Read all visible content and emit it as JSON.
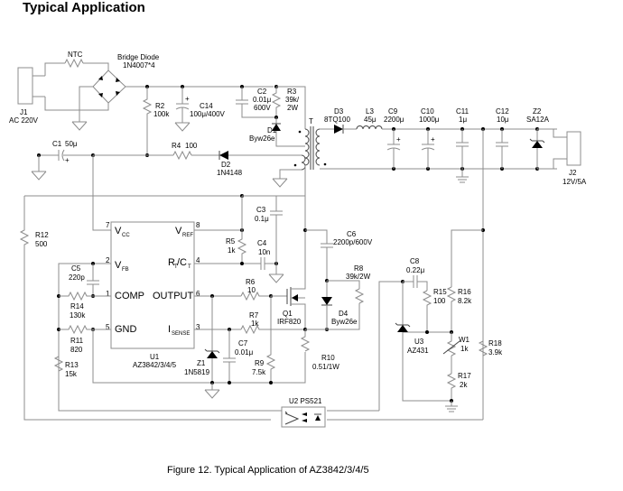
{
  "title": "Typical Application",
  "caption": "Figure 12. Typical Application of  AZ3842/3/4/5",
  "components": {
    "J1": {
      "ref": "J1",
      "value": "AC 220V"
    },
    "NTC": {
      "ref": "NTC"
    },
    "bridge": {
      "ref": "Bridge Diode",
      "value": "1N4007*4"
    },
    "R2": {
      "ref": "R2",
      "value": "100k"
    },
    "C14": {
      "ref": "C14",
      "value": "100μ/400V"
    },
    "C2": {
      "ref": "C2",
      "value1": "0.01μ",
      "value2": "600V"
    },
    "R3": {
      "ref": "R3",
      "value1": "39k/",
      "value2": "2W"
    },
    "D1": {
      "ref": "D1",
      "value": "Byw26e"
    },
    "T": {
      "ref": "T"
    },
    "D3": {
      "ref": "D3",
      "value": "8TQ100"
    },
    "L3": {
      "ref": "L3",
      "value": "45μ"
    },
    "C9": {
      "ref": "C9",
      "value": "2200μ"
    },
    "C10": {
      "ref": "C10",
      "value": "1000μ"
    },
    "C11": {
      "ref": "C11",
      "value": "1μ"
    },
    "C12": {
      "ref": "C12",
      "value": "10μ"
    },
    "Z2": {
      "ref": "Z2",
      "value": "SA12A"
    },
    "J2": {
      "ref": "J2",
      "value": "12V/5A"
    },
    "C1": {
      "ref": "C1",
      "value": "50μ"
    },
    "R4": {
      "ref": "R4",
      "value": "100"
    },
    "D2": {
      "ref": "D2",
      "value": "1N4148"
    },
    "C3": {
      "ref": "C3",
      "value": "0.1μ"
    },
    "R5": {
      "ref": "R5",
      "value": "1k"
    },
    "C4": {
      "ref": "C4",
      "value": "10n"
    },
    "C6": {
      "ref": "C6",
      "value": "2200p/600V"
    },
    "R8": {
      "ref": "R8",
      "value": "39k/2W"
    },
    "D4": {
      "ref": "D4",
      "value": "Byw26e"
    },
    "R6": {
      "ref": "R6",
      "value": "10"
    },
    "Q1": {
      "ref": "Q1",
      "value": "IRF820"
    },
    "R7": {
      "ref": "R7",
      "value": "1k"
    },
    "C7": {
      "ref": "C7",
      "value": "0.01μ"
    },
    "R9": {
      "ref": "R9",
      "value": "7.5k"
    },
    "R10": {
      "ref": "R10",
      "value": "0.51/1W"
    },
    "Z1": {
      "ref": "Z1",
      "value": "1N5819"
    },
    "U1": {
      "ref": "U1",
      "value": "AZ3842/3/4/5"
    },
    "R12": {
      "ref": "R12",
      "value": "500"
    },
    "C5": {
      "ref": "C5",
      "value": "220p"
    },
    "R14": {
      "ref": "R14",
      "value": "130k"
    },
    "R11": {
      "ref": "R11",
      "value": "820"
    },
    "R13": {
      "ref": "R13",
      "value": "15k"
    },
    "C8": {
      "ref": "C8",
      "value": "0.22μ"
    },
    "R15": {
      "ref": "R15",
      "value": "100"
    },
    "R16": {
      "ref": "R16",
      "value": "8.2k"
    },
    "U3": {
      "ref": "U3",
      "value": "AZ431"
    },
    "W1": {
      "ref": "W1",
      "value": "1k"
    },
    "R17": {
      "ref": "R17",
      "value": "2k"
    },
    "R18": {
      "ref": "R18",
      "value": "3.9k"
    },
    "U2": {
      "ref": "U2 PS521"
    }
  },
  "ic_pins": {
    "vcc": {
      "num": "7",
      "name": "V",
      "sub": "CC"
    },
    "vfb": {
      "num": "2",
      "name": "V",
      "sub": "FB"
    },
    "comp": {
      "num": "1",
      "name": "COMP"
    },
    "gnd": {
      "num": "5",
      "name": "GND"
    },
    "vref": {
      "num": "8",
      "name": "V",
      "sub": "REF"
    },
    "rtct": {
      "num": "4",
      "name": "R",
      "sub1": "T",
      "mid": "/C",
      "sub2": "T"
    },
    "output": {
      "num": "6",
      "name": "OUTPUT"
    },
    "isense": {
      "num": "3",
      "name": "I",
      "sub": "SENSE"
    }
  },
  "symbols": {
    "plus": "+"
  }
}
